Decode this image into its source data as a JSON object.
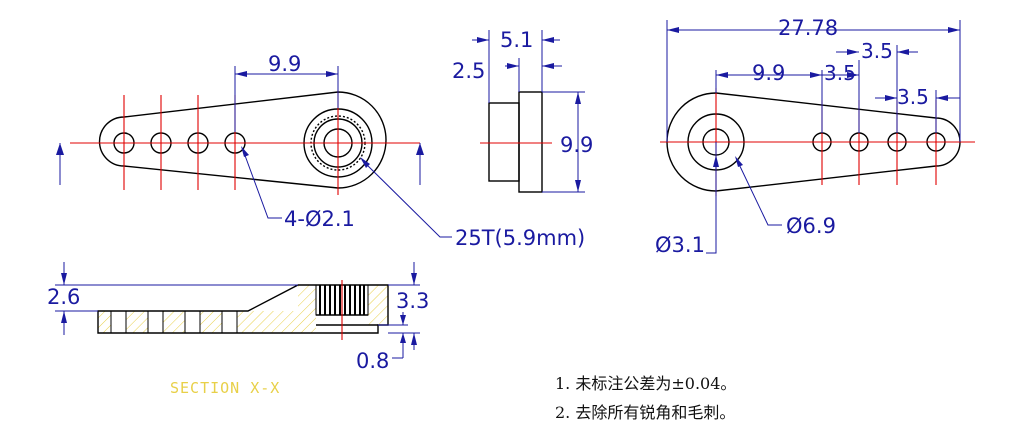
{
  "front_view": {
    "dim_spacing": "9.9",
    "dim_holes": "4-Ø2.1",
    "dim_spline": "25T(5.9mm)"
  },
  "side_view": {
    "dim_thickness": "5.1",
    "dim_step": "2.5",
    "dim_height": "9.9"
  },
  "rear_view": {
    "dim_length": "27.78",
    "dim_spacing": "9.9",
    "dim_pitch_1": "3.5",
    "dim_pitch_2": "3.5",
    "dim_pitch_3": "3.5",
    "dim_outer": "Ø6.9",
    "dim_inner": "Ø3.1"
  },
  "section": {
    "dim_arm": "2.6",
    "dim_hub": "3.3",
    "dim_base": "0.8",
    "title": "SECTION X-X"
  },
  "notes": [
    "1. 未标注公差为±0.04。",
    "2. 去除所有锐角和毛刺。"
  ],
  "colors": {
    "object": "#000000",
    "centerline": "#e00000",
    "dimension": "#1a1aa0",
    "hatch": "#e8d048"
  }
}
